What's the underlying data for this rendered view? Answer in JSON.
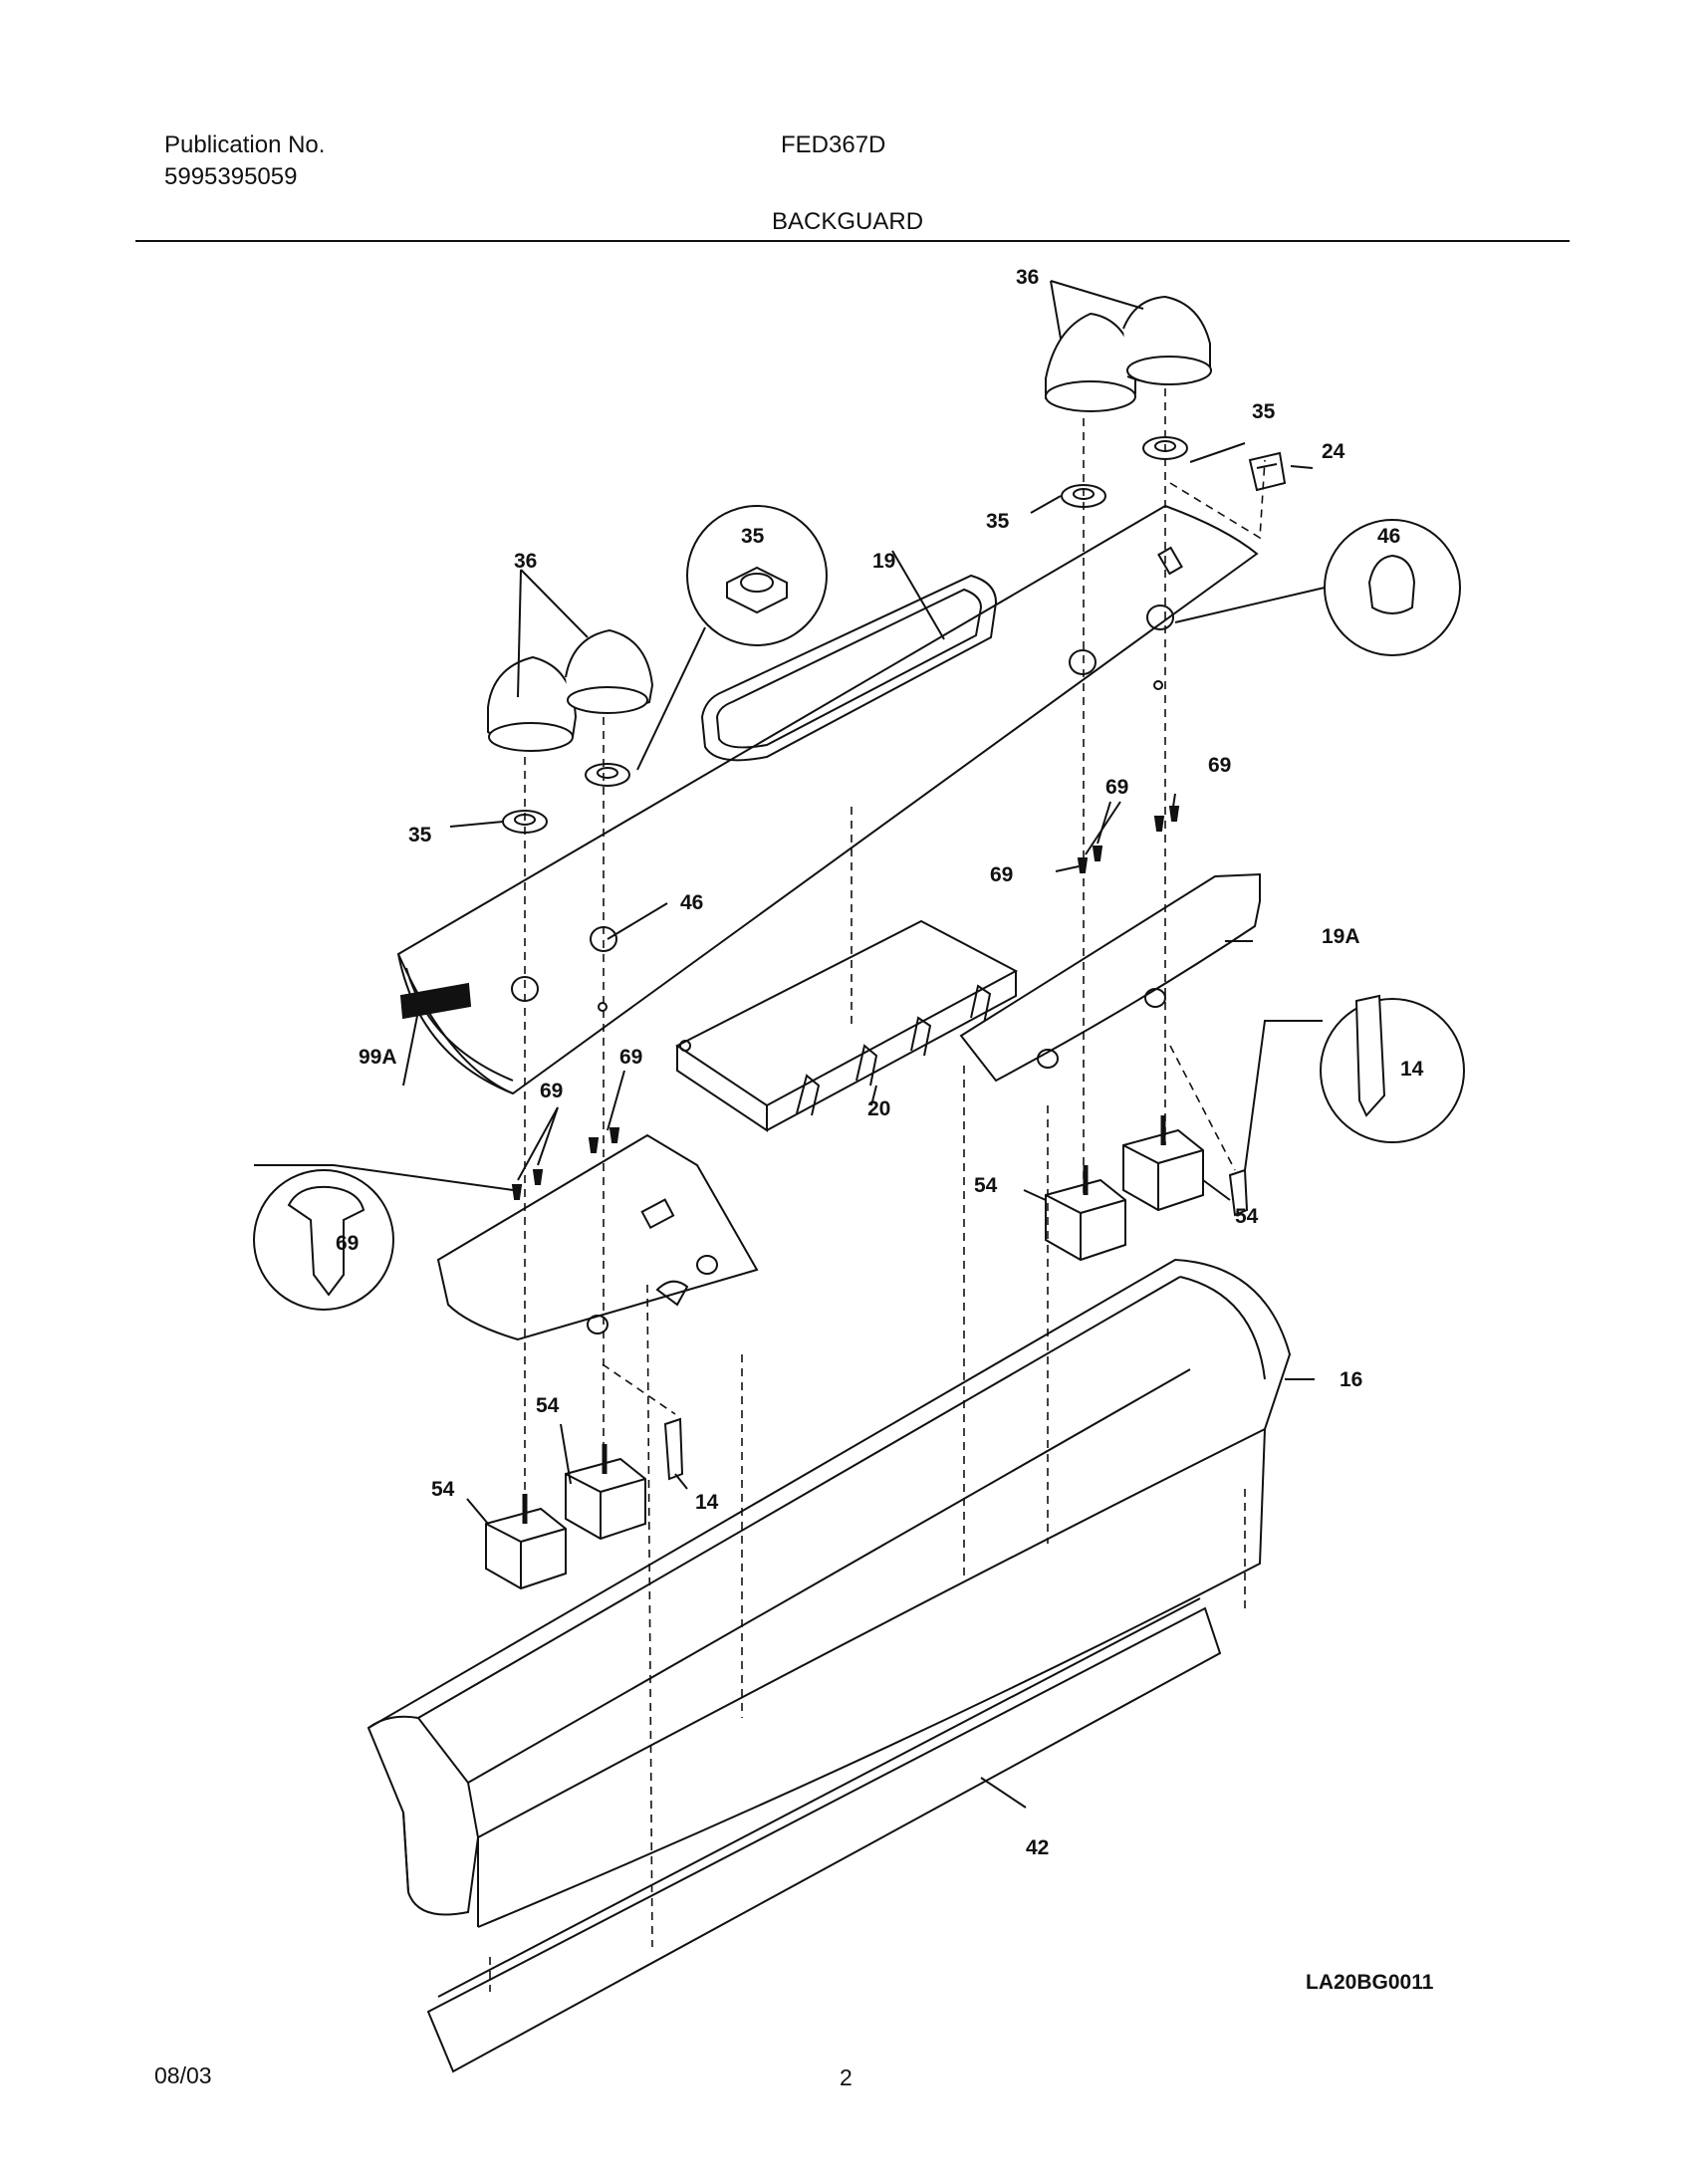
{
  "header": {
    "publication_label": "Publication No.",
    "publication_number": "5995395059",
    "model": "FED367D",
    "section_title": "BACKGUARD"
  },
  "diagram": {
    "drawing_code": "LA20BG0011",
    "callouts": {
      "knob_pair_right": "36",
      "knob_pair_left": "36",
      "bezel_right_upper": "35",
      "bezel_right_lower": "35",
      "bezel_left_lower": "35",
      "bezel_detail": "35",
      "rocker_switch": "24",
      "indicator_detail": "46",
      "indicator_left": "46",
      "control_panel": "19",
      "bracket_right": "19A",
      "screw_r1": "69",
      "screw_r2": "69",
      "screw_r3": "69",
      "screw_l1": "69",
      "screw_l2": "69",
      "screw_detail": "69",
      "clock_timer": "20",
      "ribbon_cable": "99A",
      "switch_right_a": "54",
      "switch_right_b": "54",
      "switch_left_a": "54",
      "switch_left_b": "54",
      "light_detail": "14",
      "light_left": "14",
      "end_cap_frame": "16",
      "vent_trim": "42"
    }
  },
  "footer": {
    "date": "08/03",
    "page_number": "2"
  }
}
